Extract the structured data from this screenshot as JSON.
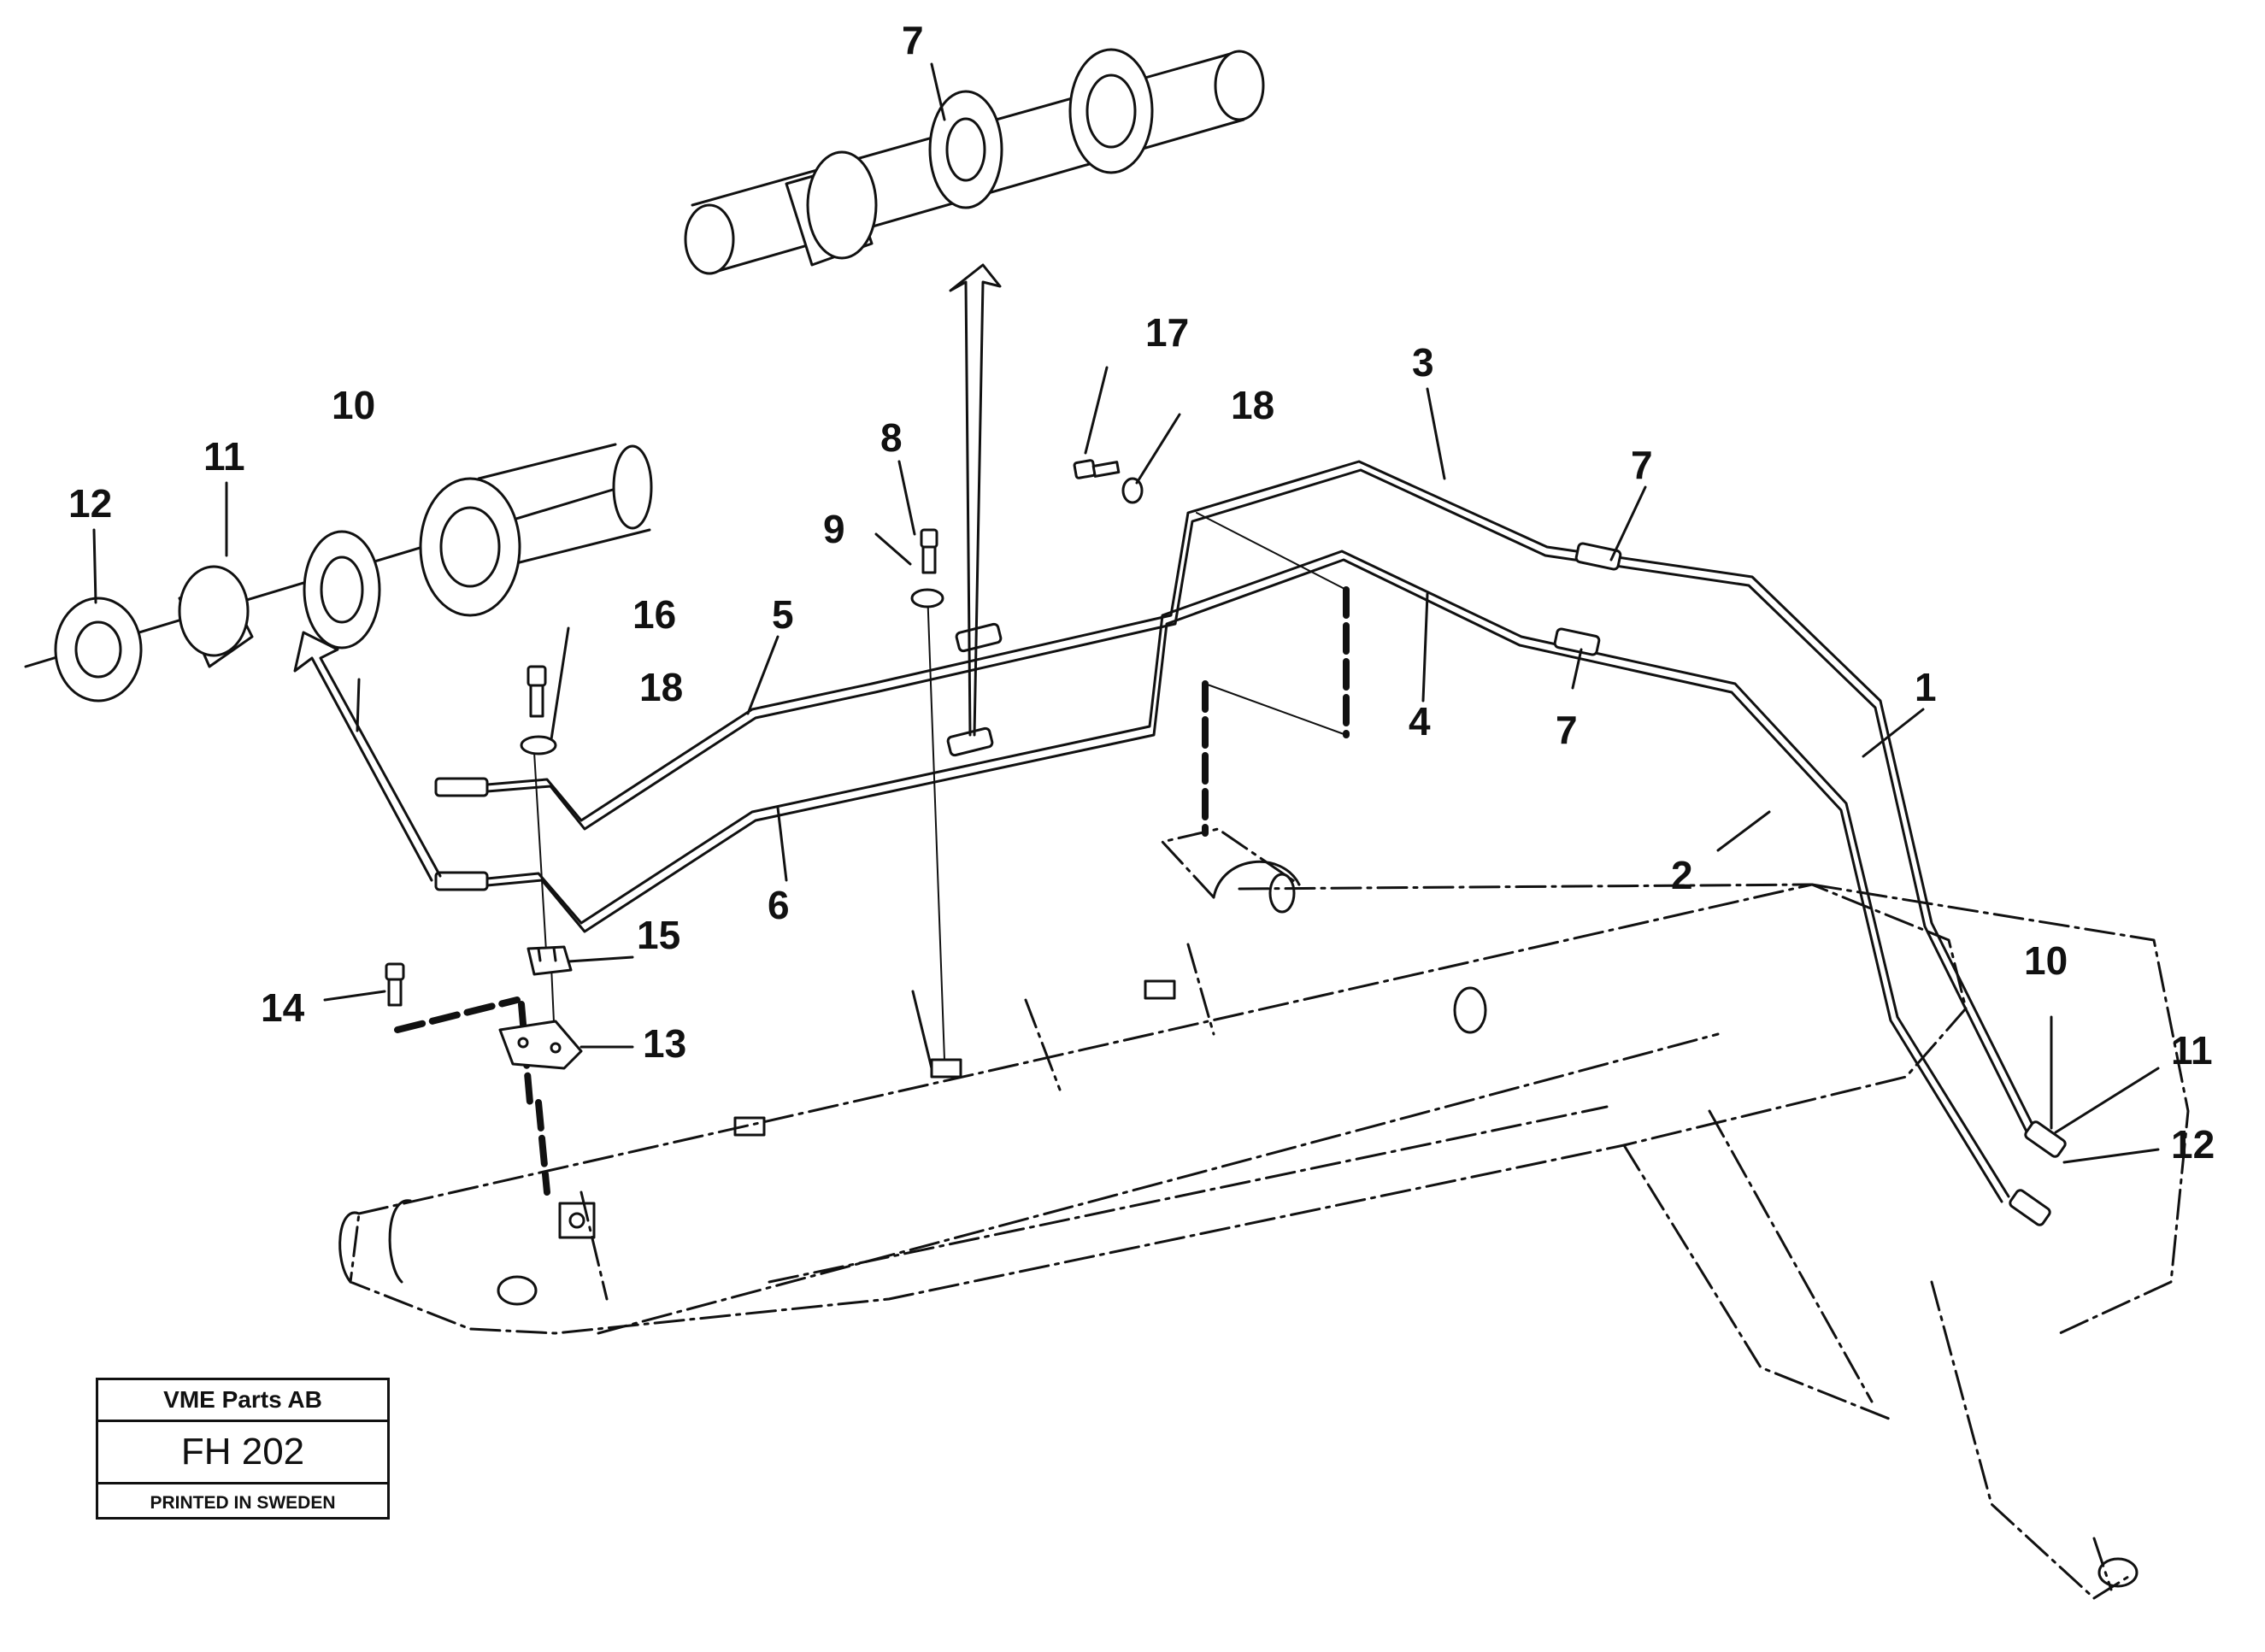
{
  "callouts": {
    "c1": "1",
    "c2": "2",
    "c3": "3",
    "c4": "4",
    "c5": "5",
    "c6": "6",
    "c7_top": "7",
    "c7_upper": "7",
    "c7_lower": "7",
    "c8": "8",
    "c9": "9",
    "c10_detail": "10",
    "c10_end": "10",
    "c11_detail": "11",
    "c11_end": "11",
    "c12_detail": "12",
    "c12_end": "12",
    "c13": "13",
    "c14": "14",
    "c15": "15",
    "c16": "16",
    "c17": "17",
    "c18_left": "18",
    "c18_right": "18"
  },
  "stamp": {
    "company": "VME Parts AB",
    "code": "FH 202",
    "printed": "PRINTED IN SWEDEN"
  }
}
